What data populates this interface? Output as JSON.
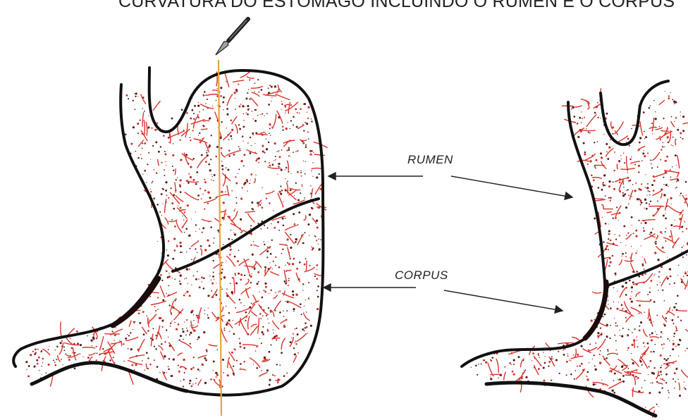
{
  "title": "CURVATURA DO ESTÔMAGO INCLUINDO O RÚMEN E O CORPUS",
  "labels": {
    "rumen": "RUMEN",
    "corpus": "CORPUS"
  },
  "icons": [
    "scalpel-icon"
  ],
  "colors": {
    "outline": "#111111",
    "vessels": "#d9342b",
    "dots": "#5a1f1a",
    "incision_line": "#e8a53c"
  }
}
